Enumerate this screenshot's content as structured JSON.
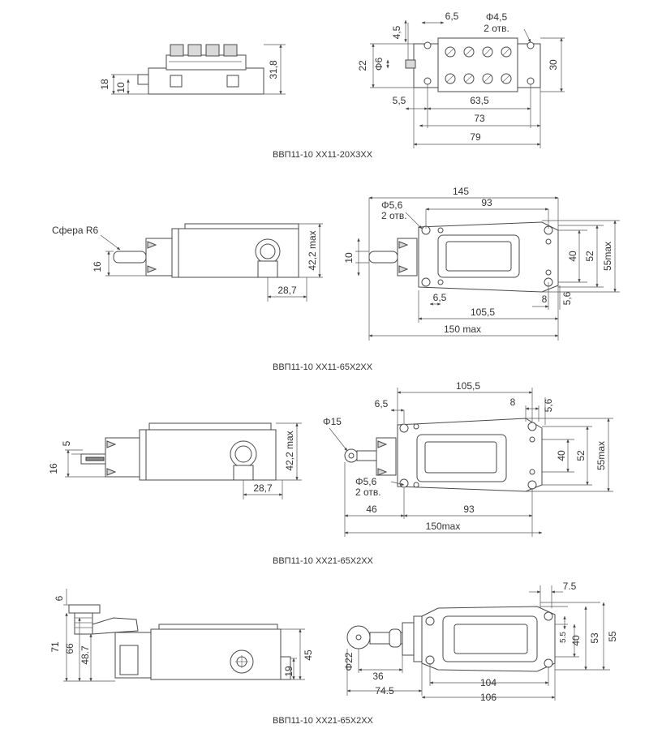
{
  "section1": {
    "caption": "ВВП11-10 ХХ11-20Х3ХХ",
    "side_dims": {
      "d18": "18",
      "d10": "10",
      "d31_8": "31,8"
    },
    "top_dims": {
      "d4_5": "4,5",
      "d6_5": "6,5",
      "hole": "Φ4,5",
      "hole_count": "2 отв.",
      "d22": "22",
      "d6": "Φ6",
      "d30": "30",
      "d5_5": "5,5",
      "d63_5": "63,5",
      "d73": "73",
      "d79": "79"
    }
  },
  "section2": {
    "caption": "ВВП11-10 ХХ11-65Х2ХХ",
    "side_dims": {
      "sphere": "Сфера R6",
      "d16": "16",
      "d42_2": "42,2 max",
      "d28_7": "28,7"
    },
    "top_dims": {
      "d145": "145",
      "hole": "Φ5,6",
      "hole_count": "2 отв.",
      "d93": "93",
      "d10": "10",
      "d40": "40",
      "d52": "52",
      "d55": "55max",
      "d6_5": "6,5",
      "d8": "8",
      "d5_6": "5,6",
      "d105_5": "105,5",
      "d150": "150 max"
    }
  },
  "section3": {
    "caption": "ВВП11-10 ХХ21-65Х2ХХ",
    "side_dims": {
      "d5": "5",
      "d16": "16",
      "d42_2": "42,2 max",
      "d28_7": "28,7"
    },
    "top_dims": {
      "d105_5": "105,5",
      "d6_5": "6,5",
      "d8": "8",
      "d5_6": "5,6",
      "roller": "Φ15",
      "d40": "40",
      "d52": "52",
      "d55": "55max",
      "hole": "Φ5,6",
      "hole_count": "2 отв.",
      "d46": "46",
      "d93": "93",
      "d150": "150max"
    }
  },
  "section4": {
    "caption": "ВВП11-10 ХХ21-65Х2ХХ",
    "side_dims": {
      "d6": "6",
      "d71": "71",
      "d66": "66",
      "d48_7": "48.7",
      "d45": "45",
      "d19": "19"
    },
    "top_dims": {
      "d7_5": "7.5",
      "d5_5": "5.5",
      "d40": "40",
      "d53": "53",
      "d55": "55",
      "roller": "Φ22",
      "d36": "36",
      "d74_5": "74.5",
      "d104": "104",
      "d106": "106"
    }
  }
}
